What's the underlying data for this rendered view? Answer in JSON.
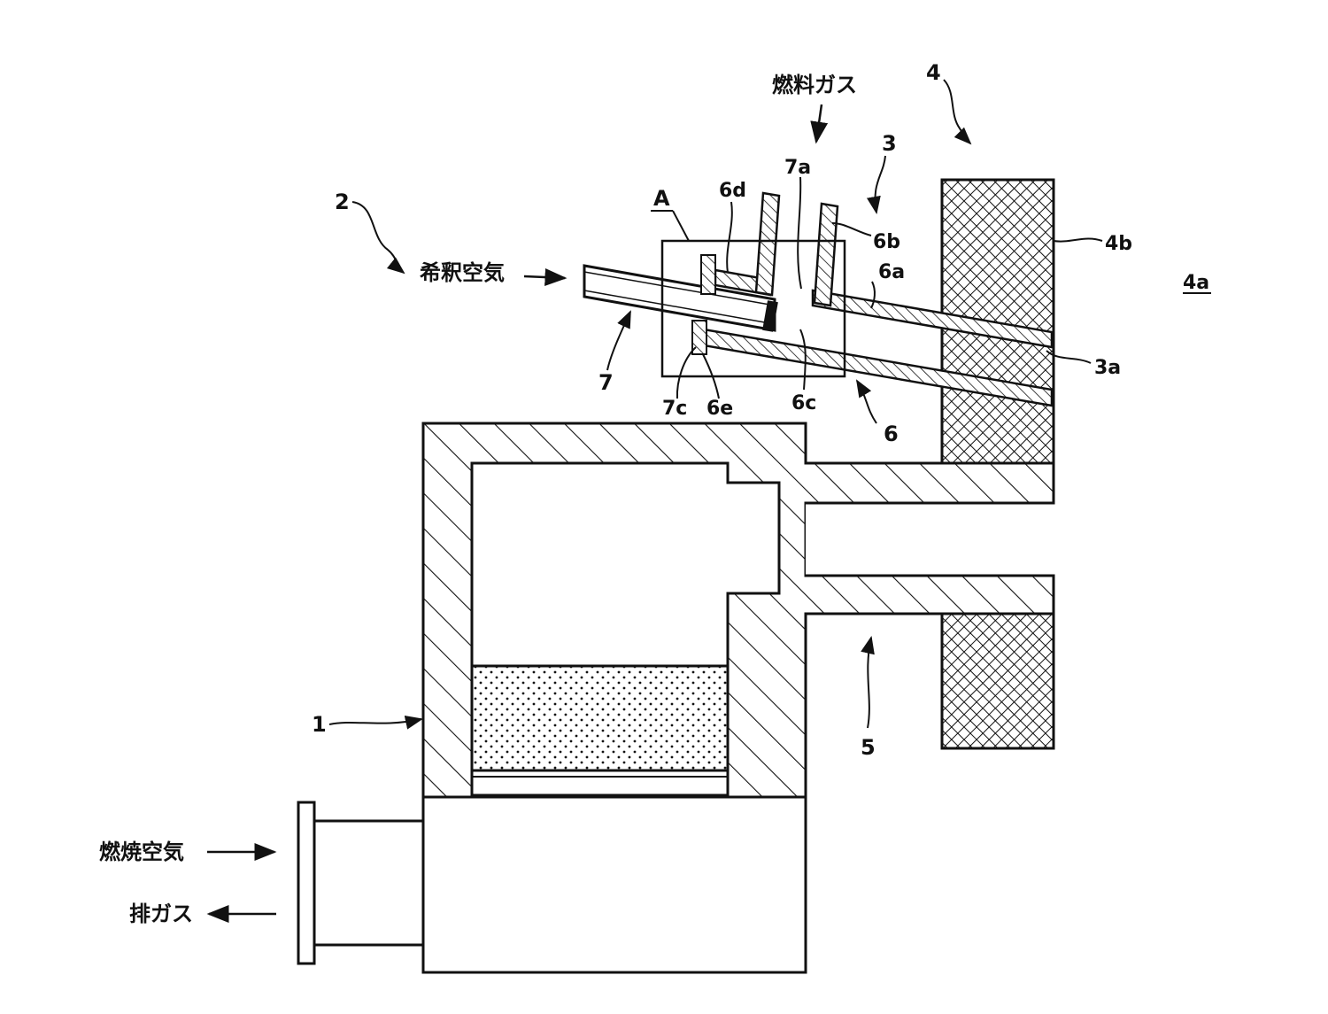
{
  "labels": {
    "fuel_gas": "燃料ガス",
    "dilution_air": "希釈空気",
    "combustion_air": "燃焼空気",
    "exhaust_gas": "排ガス",
    "ref_1": "1",
    "ref_2": "2",
    "ref_3": "3",
    "ref_3a": "3a",
    "ref_4": "4",
    "ref_4a": "4a",
    "ref_4b": "4b",
    "ref_5": "5",
    "ref_6": "6",
    "ref_6a": "6a",
    "ref_6b": "6b",
    "ref_6c": "6c",
    "ref_6d": "6d",
    "ref_6e": "6e",
    "ref_7": "7",
    "ref_7a": "7a",
    "ref_7c": "7c",
    "ref_A": "A"
  },
  "colors": {
    "line": "#111111",
    "background": "#ffffff"
  }
}
